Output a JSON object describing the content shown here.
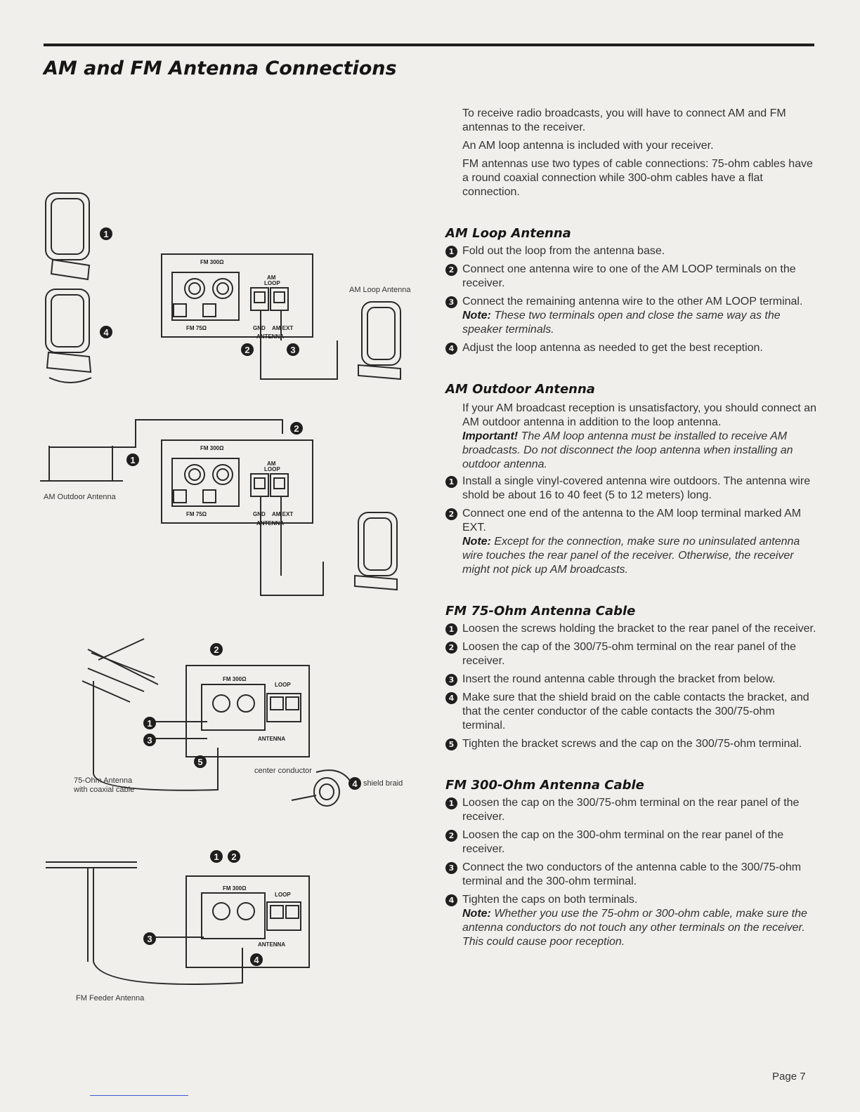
{
  "page": {
    "title": "AM and FM Antenna Connections",
    "page_number": "Page 7"
  },
  "figures": {
    "am_loop_label": "AM Loop Antenna",
    "am_outdoor_label": "AM Outdoor Antenna",
    "fm75_label_line1": "75-Ohm Antenna",
    "fm75_label_line2": "with coaxial cable",
    "center_conductor": "center conductor",
    "shield_braid": "shield braid",
    "fm_feeder_label": "FM Feeder Antenna",
    "panel": {
      "fm300": "FM 300Ω",
      "fm75": "FM 75Ω",
      "am": "AM",
      "loop": "LOOP",
      "gnd": "GND",
      "am_ext": "AM EXT",
      "antenna": "ANTENNA"
    },
    "markers": [
      "1",
      "2",
      "3",
      "4",
      "5"
    ]
  },
  "intro": [
    "To receive radio broadcasts, you will have to connect AM and FM antennas to the receiver.",
    "An AM loop antenna is included with your receiver.",
    "FM antennas use two types of cable connections: 75-ohm cables have a round coaxial connection while 300-ohm cables have a flat connection."
  ],
  "am_loop": {
    "heading": "AM Loop Antenna",
    "steps": [
      "Fold out the loop from the antenna base.",
      "Connect one antenna wire to one of the AM LOOP terminals on the receiver.",
      "Connect the remaining antenna wire to the other AM LOOP terminal."
    ],
    "note_label": "Note:",
    "note_text": "These two terminals open and close the same way as the speaker terminals.",
    "step4": "Adjust the loop antenna as needed to get the best reception."
  },
  "am_outdoor": {
    "heading": "AM Outdoor Antenna",
    "intro": "If your AM broadcast reception is unsatisfactory, you should connect an AM outdoor antenna in addition to the loop antenna.",
    "important_label": "Important!",
    "important_text": "The AM loop antenna must be installed to receive AM broadcasts. Do not disconnect the loop antenna when installing an outdoor antenna.",
    "steps": [
      "Install a single vinyl-covered antenna wire outdoors. The antenna wire shold be about 16 to 40 feet (5 to 12 meters) long.",
      "Connect one end of the antenna to the AM loop terminal marked AM EXT."
    ],
    "note_label": "Note:",
    "note_text": "Except for the connection, make sure no uninsulated antenna wire touches the rear panel of the receiver. Otherwise, the receiver might not pick up AM broadcasts."
  },
  "fm75": {
    "heading": "FM 75-Ohm Antenna Cable",
    "steps": [
      "Loosen the screws holding the bracket to the rear panel of the receiver.",
      "Loosen the cap of the 300/75-ohm terminal on the rear panel of the receiver.",
      "Insert the round antenna cable through the bracket from below.",
      "Make sure that the shield braid on the cable contacts the bracket, and that the center conductor of the cable contacts the 300/75-ohm terminal.",
      "Tighten the bracket screws and the cap on the 300/75-ohm terminal."
    ]
  },
  "fm300": {
    "heading": "FM 300-Ohm Antenna Cable",
    "steps": [
      "Loosen the cap on the 300/75-ohm terminal on the rear panel of the receiver.",
      "Loosen the cap on the 300-ohm terminal on the rear panel of the receiver.",
      "Connect the two conductors of the antenna cable to the 300/75-ohm terminal and the 300-ohm terminal.",
      "Tighten the caps on both terminals."
    ],
    "note_label": "Note:",
    "note_text": "Whether you use the 75-ohm or 300-ohm cable, make sure the antenna conductors do not touch any other terminals on the receiver. This could cause poor reception."
  }
}
